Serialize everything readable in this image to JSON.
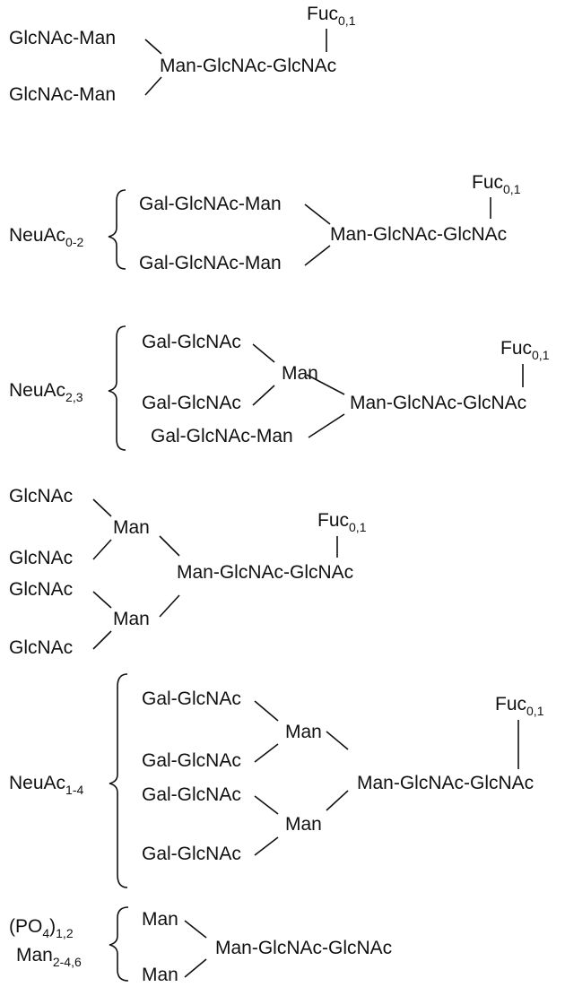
{
  "structures": [
    {
      "id": "s1",
      "fuc": {
        "base": "Fuc",
        "sub": "0,1"
      },
      "antennae": [
        "GlcNAc-Man",
        "GlcNAc-Man"
      ],
      "core": "Man-GlcNAc-GlcNAc"
    },
    {
      "id": "s2",
      "neuac": {
        "base": "NeuAc",
        "sub": "0-2"
      },
      "fuc": {
        "base": "Fuc",
        "sub": "0,1"
      },
      "antennae": [
        "Gal-GlcNAc-Man",
        "Gal-GlcNAc-Man"
      ],
      "core": "Man-GlcNAc-GlcNAc"
    },
    {
      "id": "s3",
      "neuac": {
        "base": "NeuAc",
        "sub": "2,3"
      },
      "fuc": {
        "base": "Fuc",
        "sub": "0,1"
      },
      "antennae": [
        "Gal-GlcNAc",
        "Gal-GlcNAc",
        "Gal-GlcNAc-Man"
      ],
      "branch_man": [
        "Man"
      ],
      "core": "Man-GlcNAc-GlcNAc"
    },
    {
      "id": "s4",
      "fuc": {
        "base": "Fuc",
        "sub": "0,1"
      },
      "antennae": [
        "GlcNAc",
        "GlcNAc",
        "GlcNAc",
        "GlcNAc"
      ],
      "branch_man": [
        "Man",
        "Man"
      ],
      "core": "Man-GlcNAc-GlcNAc"
    },
    {
      "id": "s5",
      "neuac": {
        "base": "NeuAc",
        "sub": "1-4"
      },
      "fuc": {
        "base": "Fuc",
        "sub": "0,1"
      },
      "antennae": [
        "Gal-GlcNAc",
        "Gal-GlcNAc",
        "Gal-GlcNAc",
        "Gal-GlcNAc"
      ],
      "branch_man": [
        "Man",
        "Man"
      ],
      "core": "Man-GlcNAc-GlcNAc"
    },
    {
      "id": "s6",
      "po4": {
        "open": "(PO",
        "sub1": "4",
        "close": ")",
        "sub2": "1,2"
      },
      "man_count": {
        "base": "Man",
        "sub": "2-4,6"
      },
      "antennae": [
        "Man",
        "Man"
      ],
      "core": "Man-GlcNAc-GlcNAc"
    }
  ]
}
